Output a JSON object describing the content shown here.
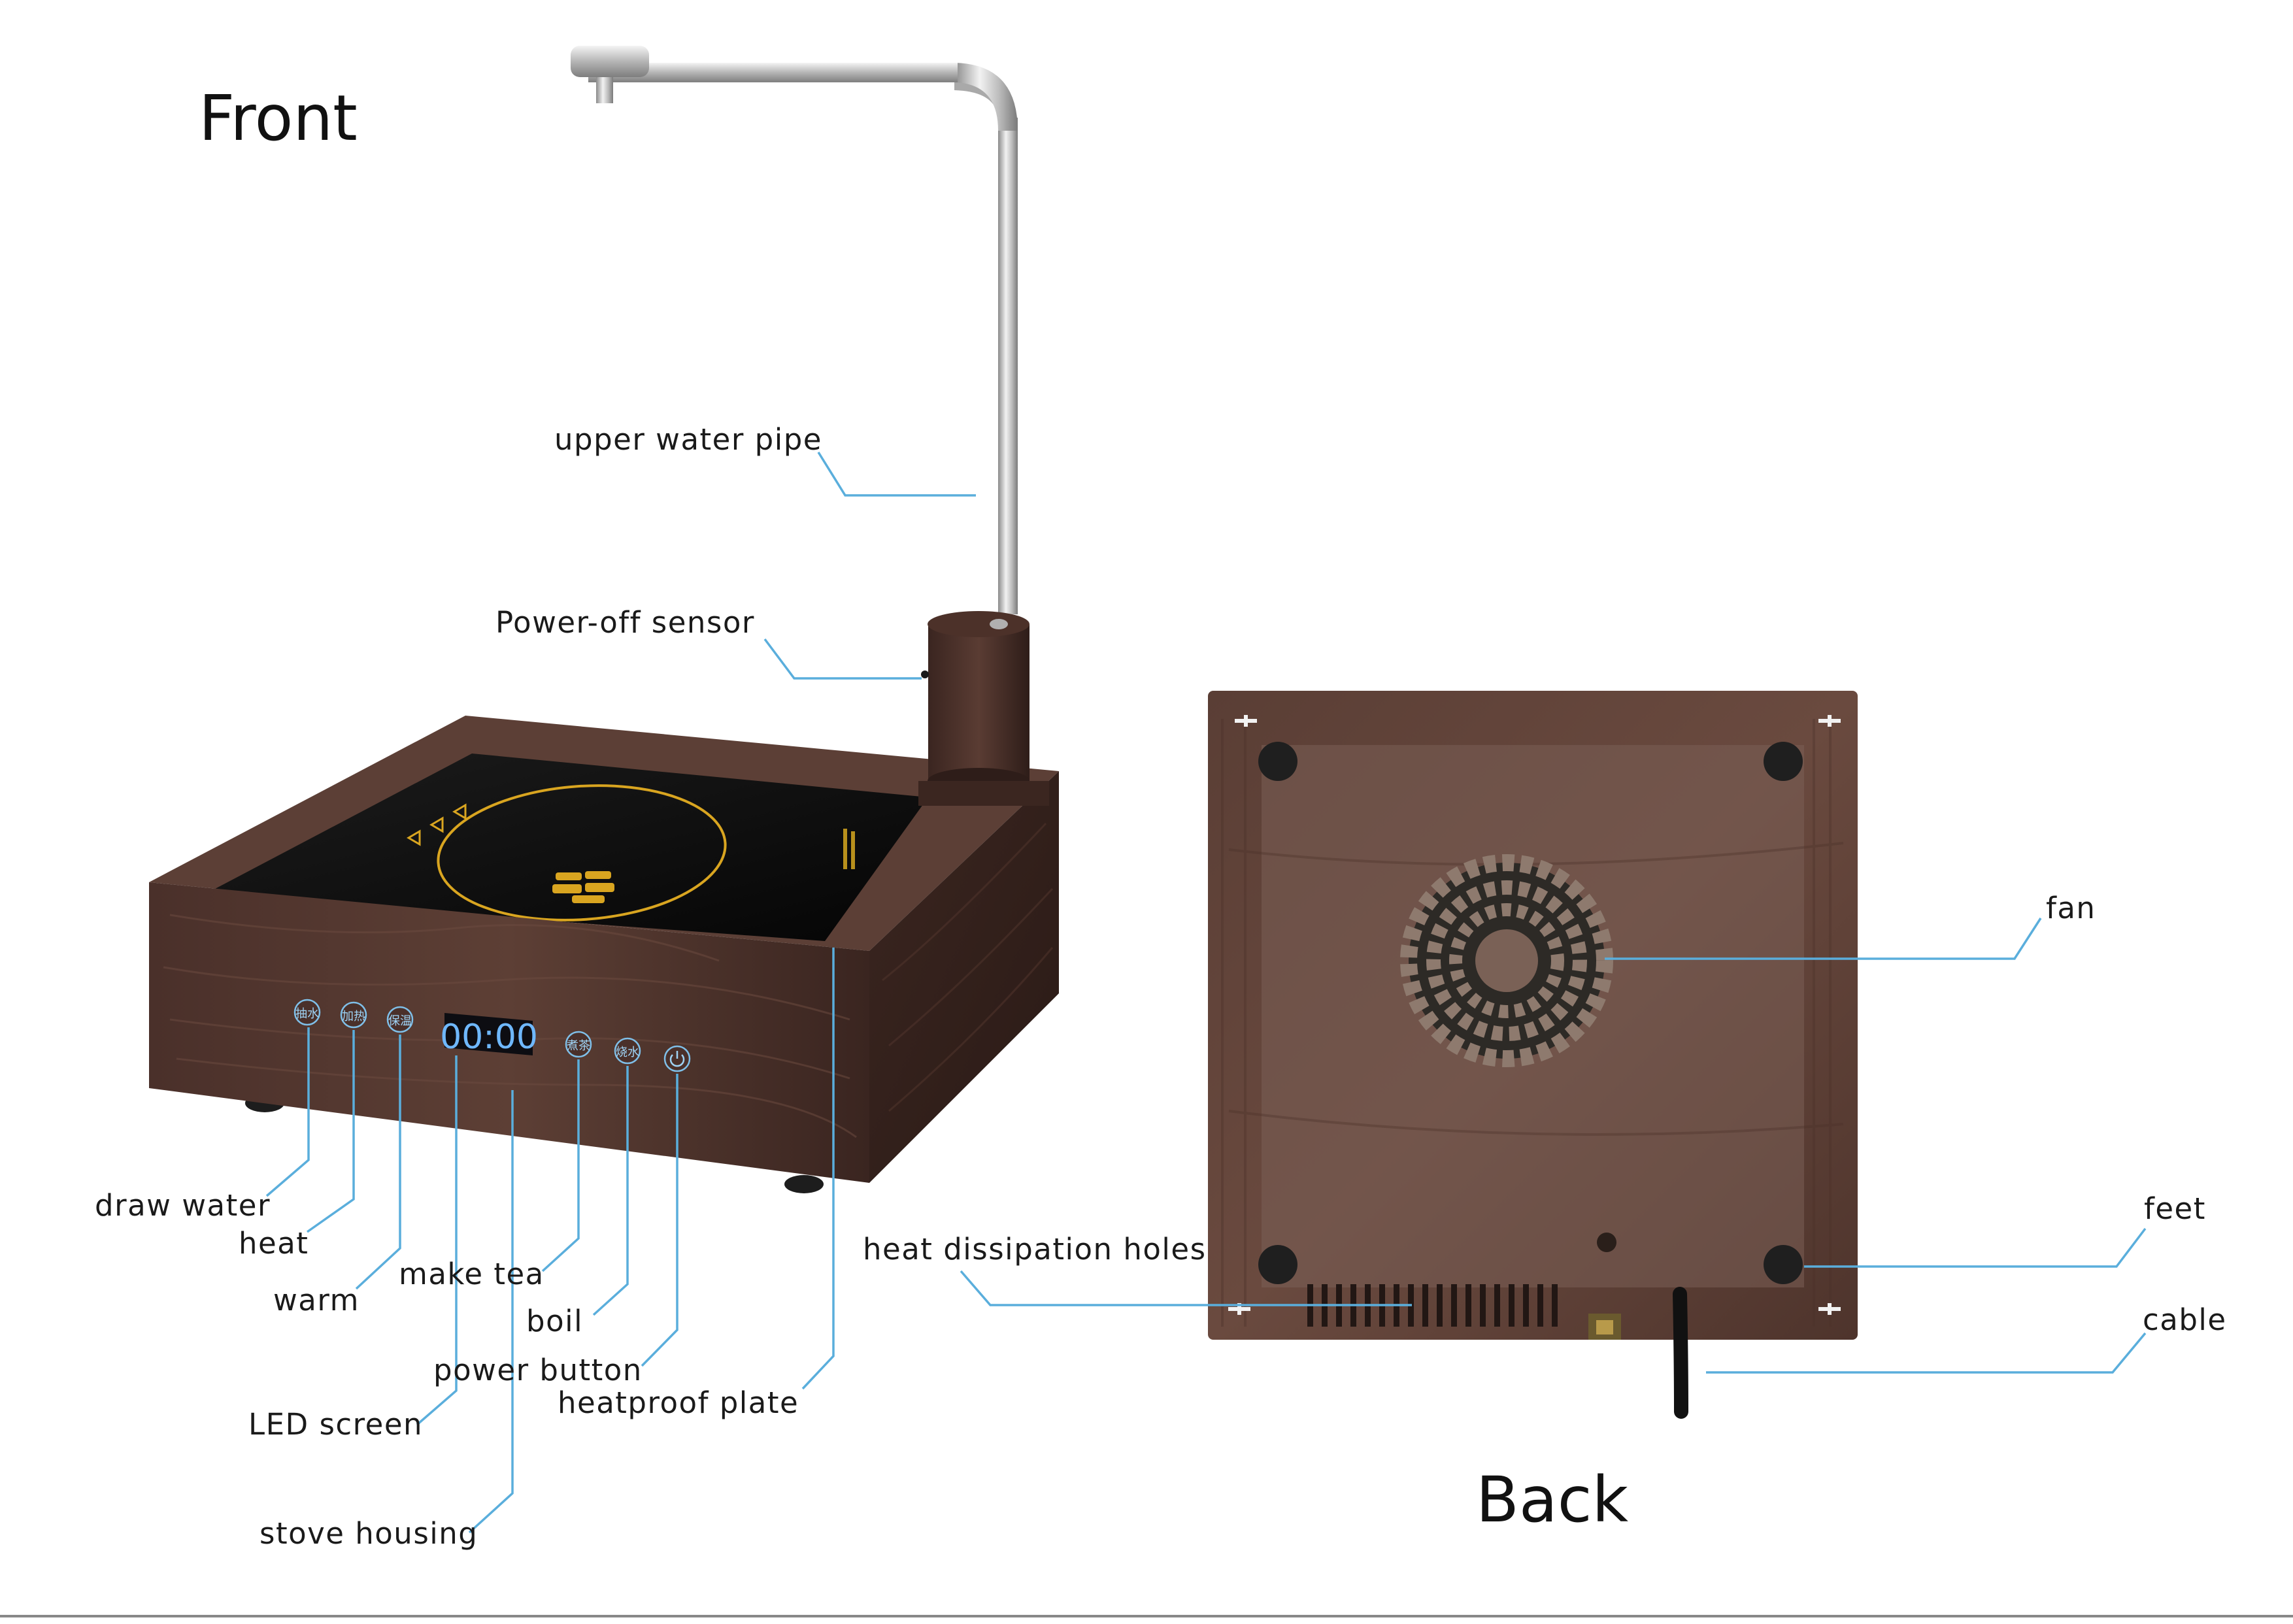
{
  "headings": {
    "front": "Front",
    "back": "Back"
  },
  "front_labels": {
    "upper_water_pipe": "upper water pipe",
    "power_off_sensor": "Power-off sensor",
    "draw_water": "draw water",
    "heat": "heat",
    "warm": "warm",
    "make_tea": "make tea",
    "boil": "boil",
    "power_button": "power button",
    "heatproof_plate": "heatproof plate",
    "led_screen": "LED screen",
    "stove_housing": "stove housing"
  },
  "back_labels": {
    "fan": "fan",
    "feet": "feet",
    "heat_dissipation_holes": "heat dissipation holes",
    "cable": "cable"
  },
  "panel": {
    "led_readout": "00:00",
    "buttons": [
      "抽水",
      "加热",
      "保温",
      "煮茶",
      "烧水"
    ]
  },
  "colors": {
    "wood_dark": "#3e2823",
    "wood_mid": "#5a3d34",
    "glass": "#101010",
    "heating_ring": "#d9a520",
    "led_blue": "#6fb8ff",
    "leader_line": "#5aaedc",
    "chrome": "#c9c9c9"
  },
  "icons": [
    "power-icon"
  ]
}
